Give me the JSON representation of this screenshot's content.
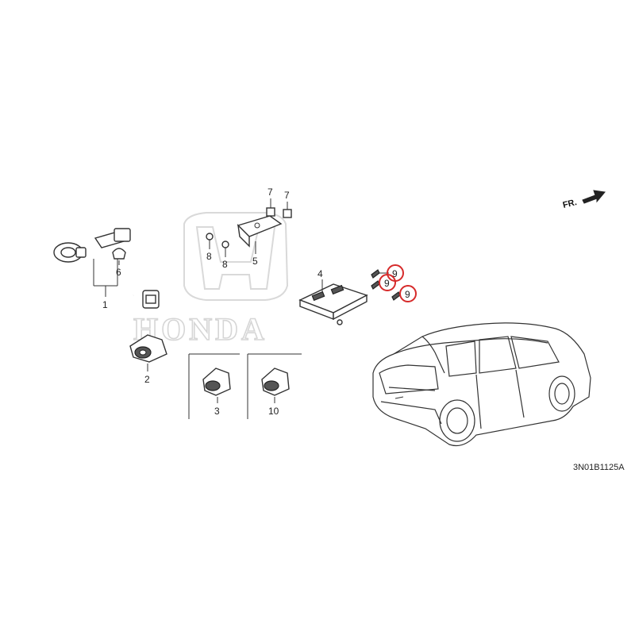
{
  "diagram": {
    "watermark_text": "HONDA",
    "direction_label": "FR.",
    "diagram_code": "3N01B1125A",
    "highlight_color": "#d62a2a",
    "parts": [
      {
        "ref": "1",
        "label": "1"
      },
      {
        "ref": "2",
        "label": "2"
      },
      {
        "ref": "3",
        "label": "3"
      },
      {
        "ref": "4",
        "label": "4"
      },
      {
        "ref": "5",
        "label": "5"
      },
      {
        "ref": "6",
        "label": "6"
      },
      {
        "ref": "7a",
        "label": "7"
      },
      {
        "ref": "7b",
        "label": "7"
      },
      {
        "ref": "8a",
        "label": "8"
      },
      {
        "ref": "8b",
        "label": "8"
      },
      {
        "ref": "9a",
        "label": "9"
      },
      {
        "ref": "9b",
        "label": "9"
      },
      {
        "ref": "9c",
        "label": "9"
      },
      {
        "ref": "10",
        "label": "10"
      }
    ]
  }
}
